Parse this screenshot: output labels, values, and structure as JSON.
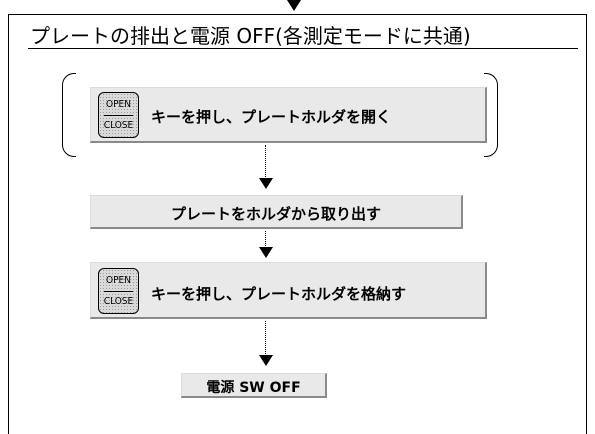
{
  "title": "プレートの排出と電源 OFF(各測定モードに共通)",
  "steps": [
    {
      "text": "キーを押し、プレートホルダを開く",
      "key": {
        "top": "OPEN",
        "bottom": "CLOSE"
      }
    },
    {
      "text": "プレートをホルダから取り出す"
    },
    {
      "text": "キーを押し、プレートホルダを格納す",
      "key": {
        "top": "OPEN",
        "bottom": "CLOSE"
      }
    },
    {
      "text": "電源 SW OFF"
    }
  ]
}
